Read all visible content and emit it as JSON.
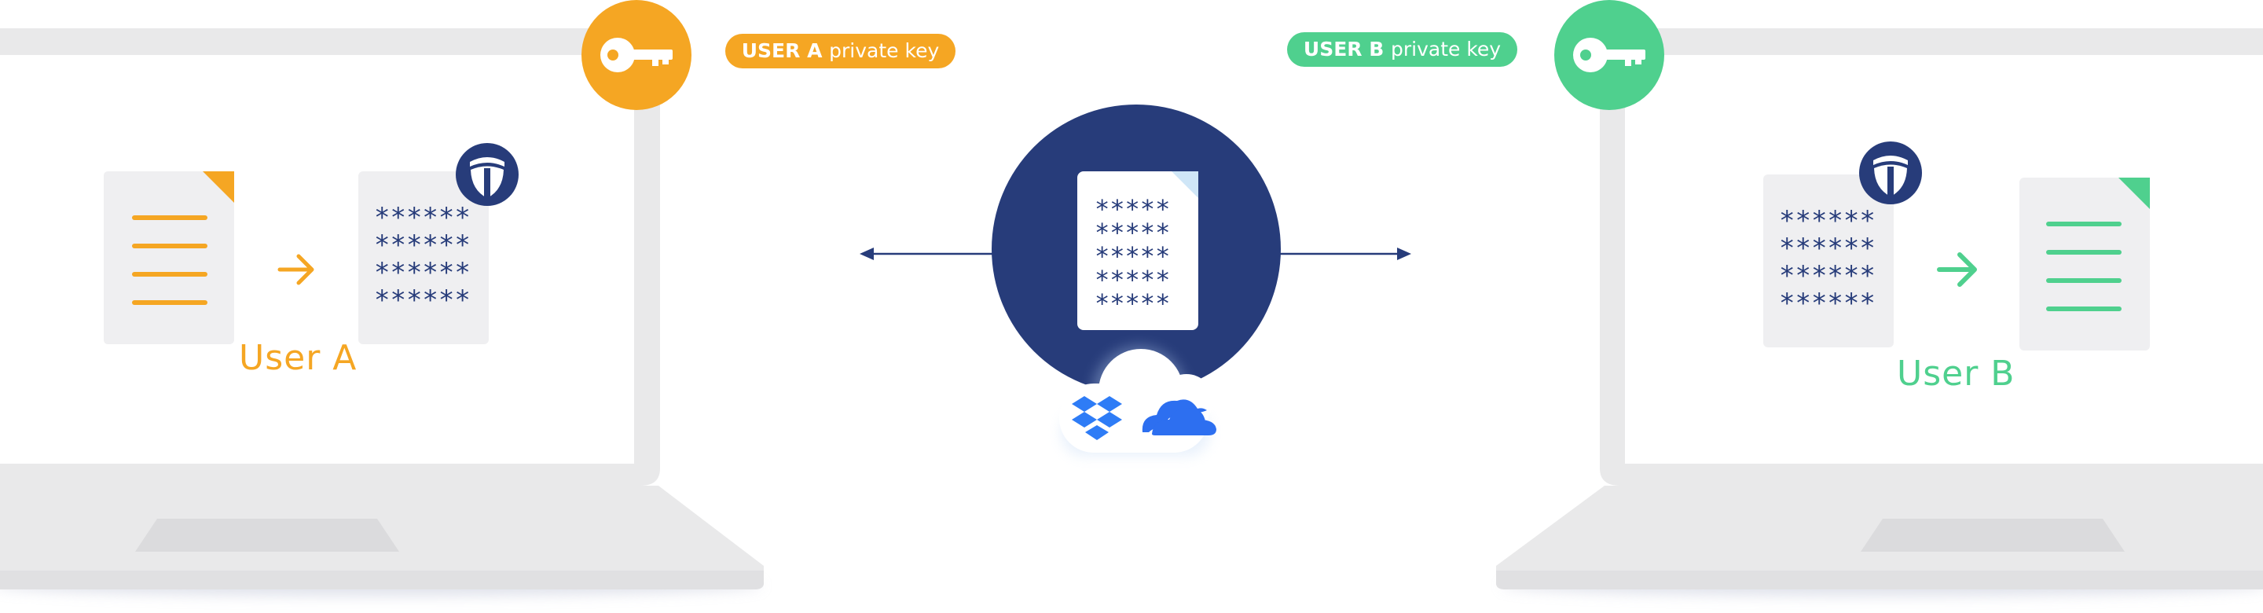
{
  "colors": {
    "user_a": "#F5A623",
    "user_b": "#4FD08E",
    "navy": "#273C7A",
    "laptop_frame": "#E9E9EA",
    "laptop_edge": "#DCDCDE",
    "doc_bg": "#EFEFF1",
    "dropbox_blue": "#2E7CF6",
    "onedrive_blue": "#2D6FF0"
  },
  "keys": {
    "user_a": {
      "prefix": "USER A",
      "suffix": "private key"
    },
    "user_b": {
      "prefix": "USER B",
      "suffix": "private key"
    }
  },
  "users": {
    "a": {
      "label": "User A"
    },
    "b": {
      "label": "User B"
    }
  },
  "encrypted": {
    "row_small": "******",
    "row_center": "*****"
  },
  "icons": {
    "key": "key-icon",
    "shield": "shield-icon",
    "arrow": "arrow-right-icon",
    "cloud": "cloud-icon",
    "dropbox": "dropbox-icon",
    "onedrive": "onedrive-icon"
  }
}
